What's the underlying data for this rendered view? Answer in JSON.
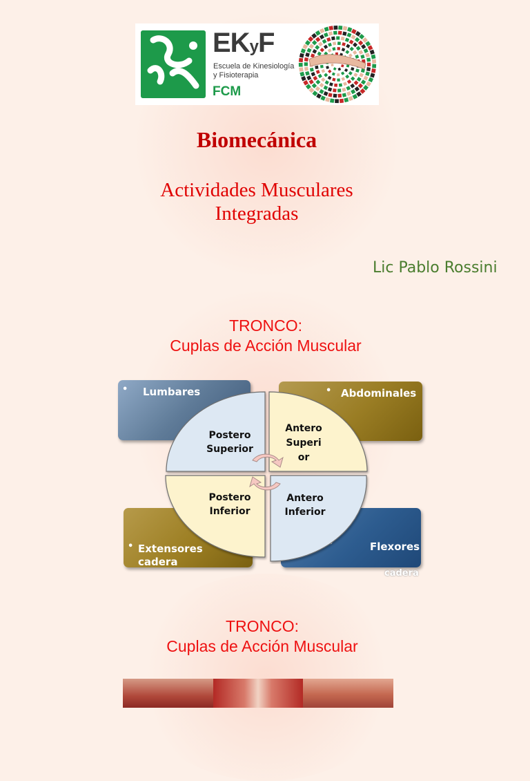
{
  "logo": {
    "brand": "EKyF",
    "brand_main": "EK",
    "brand_y": "y",
    "brand_f": "F",
    "school_line1": "Escuela de Kinesiología",
    "school_line2": "y Fisioterapia",
    "faculty": "FCM"
  },
  "title": "Biomecánica",
  "subtitle_line1": "Actividades Musculares",
  "subtitle_line2": "Integradas",
  "author": "Lic Pablo Rossini",
  "section1": {
    "heading_line1": "TRONCO:",
    "heading_line2": "Cuplas de Acción Muscular"
  },
  "diagram": {
    "boxes": {
      "top_left": "Lumbares",
      "top_right": "Abdominales",
      "bottom_left_line1": "Extensores",
      "bottom_left_line2": "cadera",
      "bottom_right": "Flexores",
      "bottom_right_overflow": "cadera"
    },
    "quadrants": {
      "top_left_line1": "Postero",
      "top_left_line2": "Superior",
      "top_right_line1": "Antero",
      "top_right_line2": "Superi",
      "top_right_line3": "or",
      "bottom_left_line1": "Postero",
      "bottom_left_line2": "Inferior",
      "bottom_right_line1": "Antero",
      "bottom_right_line2": "Inferior"
    },
    "bullet_glyph": "•",
    "colors": {
      "pale_blue": "#dde8f3",
      "pale_yellow": "#fdf3cd",
      "arrow_pink": "#f6c8c2"
    }
  },
  "section2": {
    "heading_line1": "TRONCO:",
    "heading_line2": "Cuplas de Acción Muscular"
  }
}
